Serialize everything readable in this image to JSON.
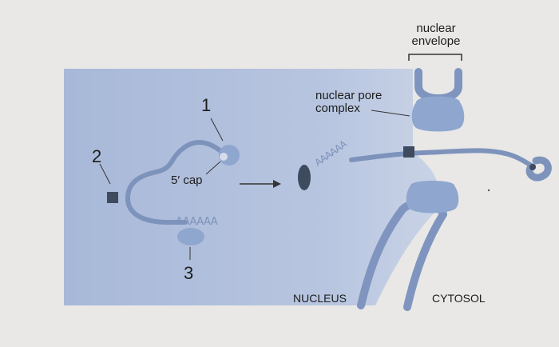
{
  "labels": {
    "nuclear_envelope_line1": "nuclear",
    "nuclear_envelope_line2": "envelope",
    "nuclear_pore_line1": "nuclear pore",
    "nuclear_pore_line2": "complex",
    "marker_1": "1",
    "marker_2": "2",
    "marker_3": "3",
    "five_prime_cap": "5′ cap",
    "poly_a_tail": "AAAAAA",
    "poly_a_exiting": "AAAAAA",
    "nucleus": "NUCLEUS",
    "cytosol": "CYTOSOL"
  },
  "colors": {
    "background": "#e9e8e6",
    "nucleus_region": "#a9b9d9",
    "rna_strand": "#7d93bb",
    "protein_blob": "#8fa6cf",
    "cap_binding_protein": "#3e4a5e",
    "envelope_membrane": "#7f95bf",
    "envelope_gap": "#e9e8e6"
  }
}
